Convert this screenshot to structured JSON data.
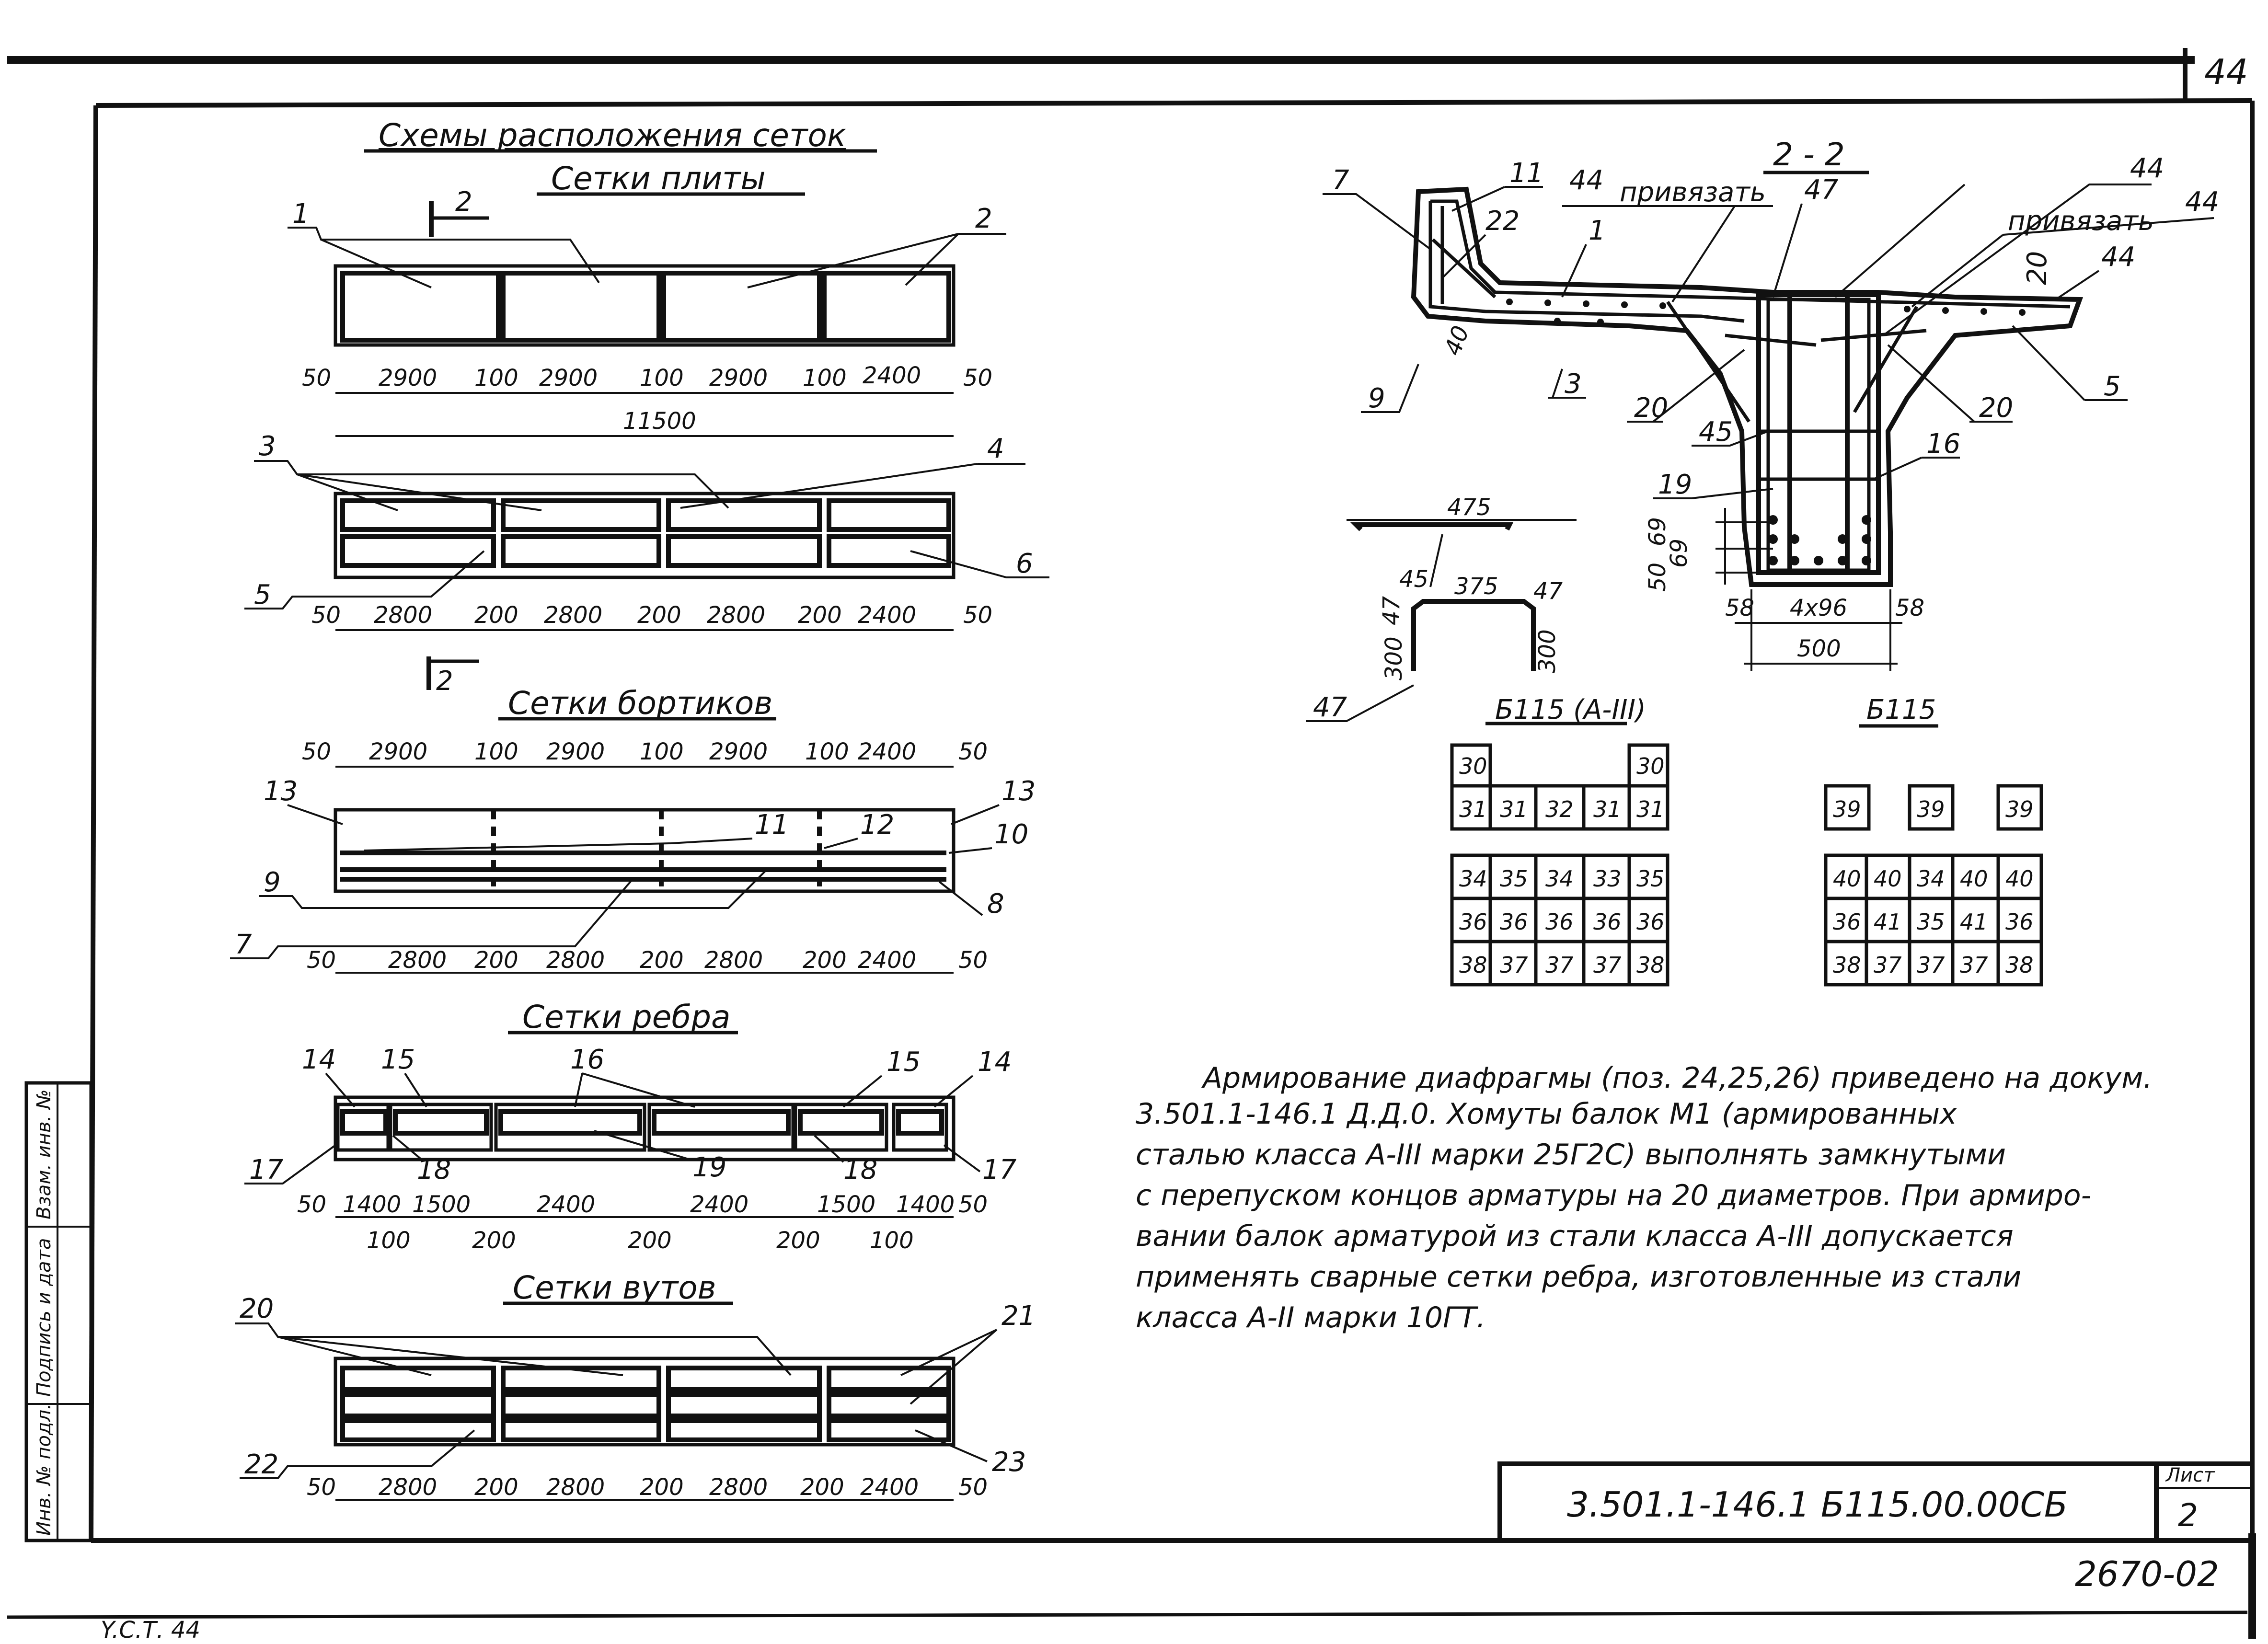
{
  "sheet": {
    "page_number": "44",
    "main_title": "Схемы расположения сеток",
    "stamp_code": "3.501.1-146.1   Б115.00.00СБ",
    "list_label": "Лист",
    "list_number": "2",
    "inventory_number": "2670-02",
    "side_fields": [
      "Инв. № подл.",
      "Подпись и дата",
      "Взам. инв. №"
    ],
    "bottom_scribble": "Y.С.Т. 44"
  },
  "plate": {
    "title": "Сетки плиты",
    "upper_dims": [
      "50",
      "2900",
      "100",
      "2900",
      "100",
      "2900",
      "100",
      "2400",
      "50"
    ],
    "overall": "11500",
    "lower_dims": [
      "50",
      "2800",
      "200",
      "2800",
      "200",
      "2800",
      "200",
      "2400",
      "50"
    ],
    "labels": [
      "1",
      "2",
      "3",
      "4",
      "5",
      "6"
    ],
    "section_mark": "2"
  },
  "sides": {
    "title": "Сетки бортиков",
    "upper_dims": [
      "50",
      "2900",
      "100",
      "2900",
      "100",
      "2900",
      "100",
      "2400",
      "50"
    ],
    "lower_dims": [
      "50",
      "2800",
      "200",
      "2800",
      "200",
      "2800",
      "200",
      "2400",
      "50"
    ],
    "labels": [
      "13",
      "11",
      "12",
      "13",
      "10",
      "9",
      "8",
      "7"
    ]
  },
  "rib": {
    "title": "Сетки ребра",
    "upper_dims": [
      "50",
      "1400",
      "1500",
      "2400",
      "2400",
      "1500",
      "1400",
      "50"
    ],
    "lower_dims": [
      "100",
      "200",
      "200",
      "200",
      "100"
    ],
    "labels": [
      "14",
      "15",
      "16",
      "15",
      "14",
      "17",
      "18",
      "19",
      "18",
      "17"
    ]
  },
  "haunch": {
    "title": "Сетки вутов",
    "dims": [
      "50",
      "2800",
      "200",
      "2800",
      "200",
      "2800",
      "200",
      "2400",
      "50"
    ],
    "labels": [
      "20",
      "21",
      "22",
      "23"
    ]
  },
  "section": {
    "title": "2 - 2",
    "tie_label": "привязать",
    "labels": [
      "7",
      "11",
      "44",
      "47",
      "44",
      "44",
      "22",
      "1",
      "20",
      "44",
      "9",
      "3",
      "20",
      "20",
      "5",
      "45",
      "16",
      "19"
    ],
    "dims": [
      "40",
      "69",
      "69",
      "50",
      "58",
      "4x96",
      "58",
      "500"
    ]
  },
  "stirrup": {
    "dims": [
      "475",
      "45",
      "375",
      "47",
      "47",
      "300",
      "300"
    ],
    "labels": [
      "47"
    ]
  },
  "table_a": {
    "title": "Б115 (А-III)",
    "top_rows": [
      [
        "30",
        "",
        "",
        "",
        "30"
      ],
      [
        "31",
        "31",
        "32",
        "31",
        "31"
      ]
    ],
    "bottom_rows": [
      [
        "34",
        "35",
        "34",
        "33",
        "35"
      ],
      [
        "36",
        "36",
        "36",
        "36",
        "36"
      ],
      [
        "38",
        "37",
        "37",
        "37",
        "38"
      ]
    ]
  },
  "table_b": {
    "title": "Б115",
    "top_row": [
      "39",
      "39",
      "39"
    ],
    "bottom_rows": [
      [
        "40",
        "40",
        "34",
        "40",
        "40"
      ],
      [
        "36",
        "41",
        "35",
        "41",
        "36"
      ],
      [
        "38",
        "37",
        "37",
        "37",
        "38"
      ]
    ]
  },
  "note": {
    "lines": [
      "Армирование   диафрагмы  (поз. 24,25,26) приведено  на докум.",
      "3.501.1-146.1   Д.Д.0.   Хомуты  балок   М1  (армированных",
      "сталью   класса   А-III  марки  25Г2С) выполнять  замкнутыми",
      "с перепуском   концов  арматуры   на 20 диаметров.  При армиро-",
      "вании  балок  арматурой  из стали  класса  А-III  допускается",
      "применять   сварные   сетки   ребра, изготовленные   из стали",
      "класса  А-II  марки  10ГТ."
    ]
  }
}
